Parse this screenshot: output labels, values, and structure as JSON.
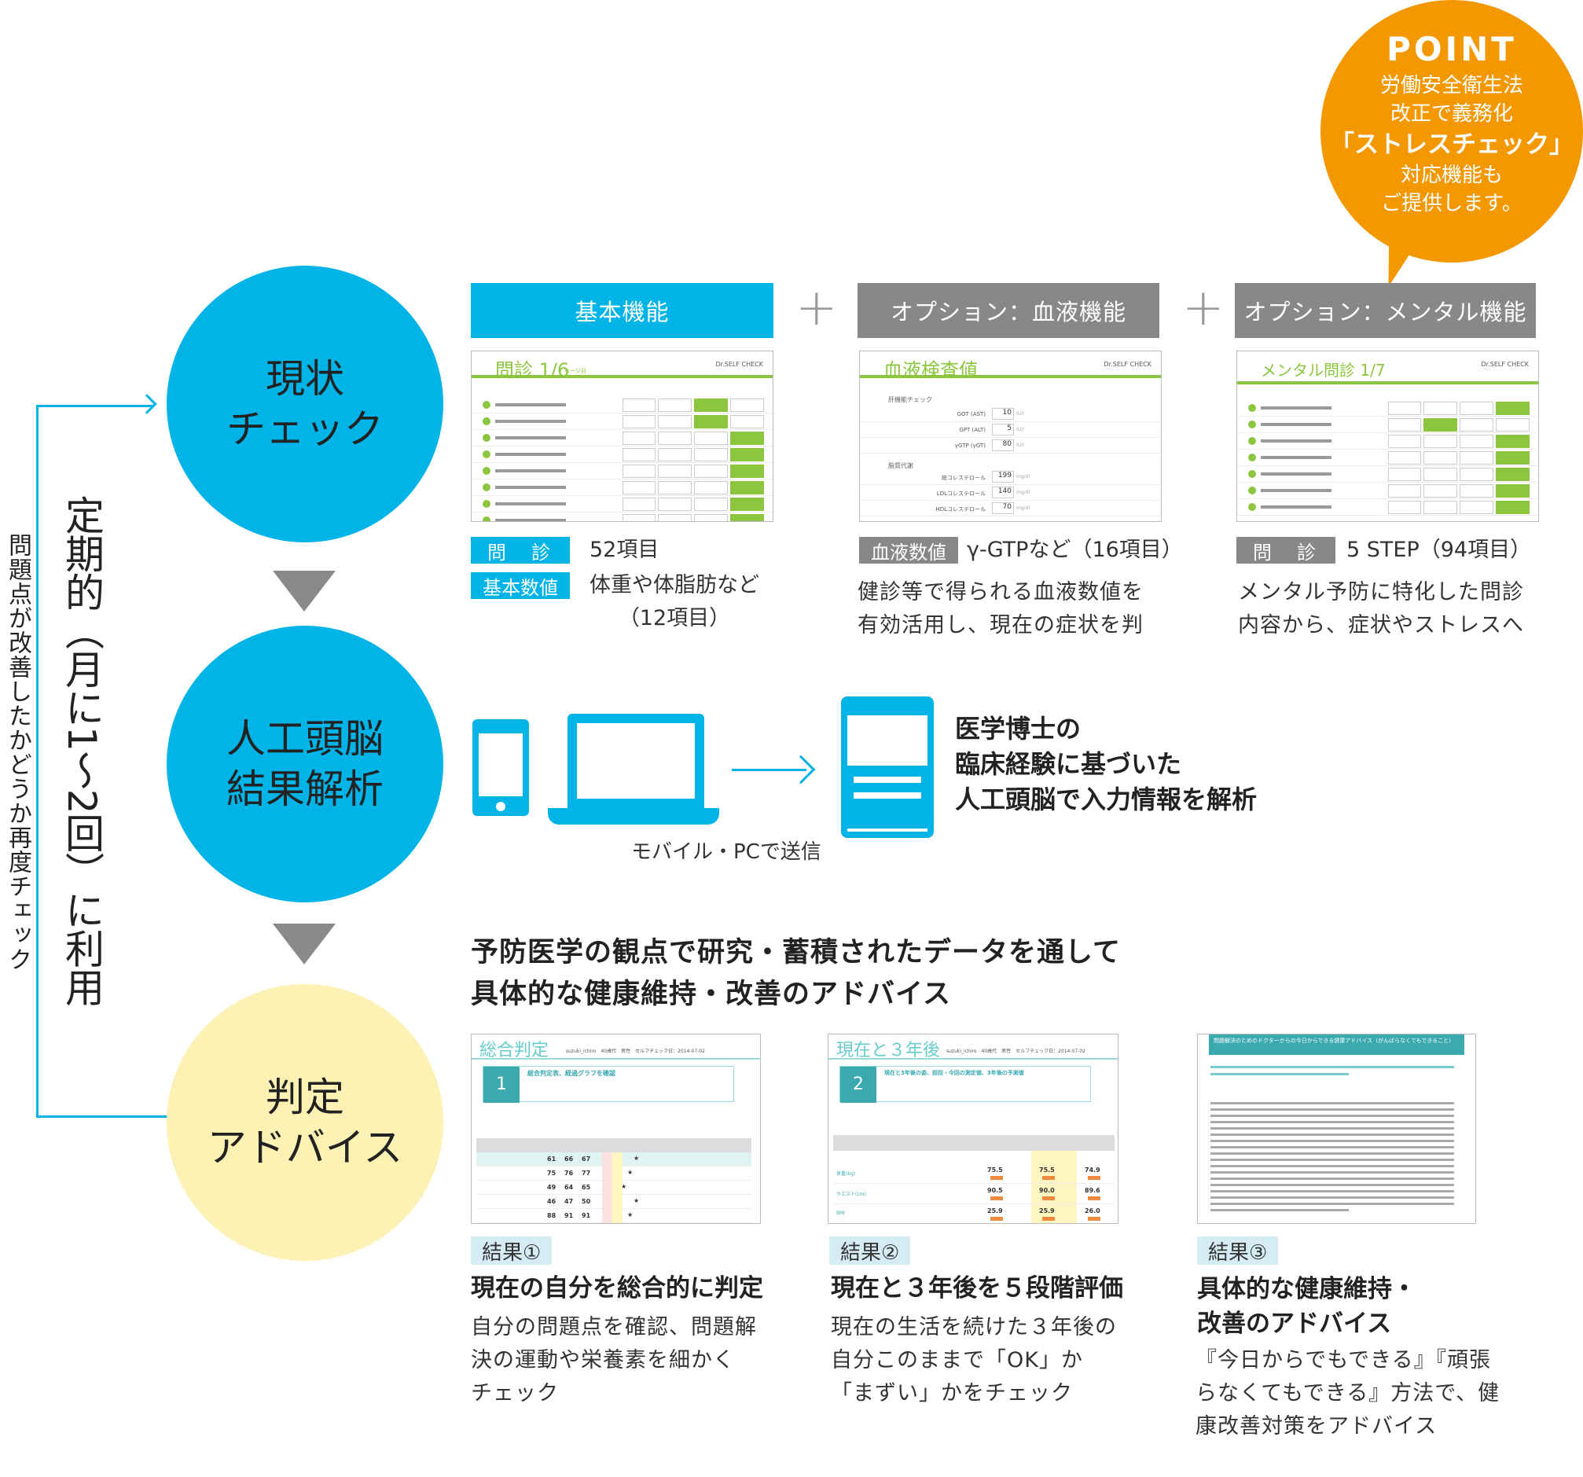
{
  "colors": {
    "brand_blue": "#00b4e8",
    "option_gray": "#888888",
    "point_orange": "#f39800",
    "advice_yellow": "#fdf1b3",
    "thumb_green": "#8cc63f",
    "thumb_teal": "#3aa9b0"
  },
  "flow": {
    "step1": "現状\nチェック",
    "step2": "人工頭脳\n結果解析",
    "step3": "判定\nアドバイス",
    "cycle_label": "定期的（月に1〜2回）に利用",
    "recheck_label": "問題点が改善したかどうか再度チェック"
  },
  "point": {
    "title": "POINT",
    "line1": "労働安全衛生法",
    "line2": "改正で義務化",
    "line3": "「ストレスチェック」",
    "line4": "対応機能も",
    "line5": "ご提供します。"
  },
  "features": [
    {
      "header": "基本機能",
      "thumb_title": "問診 1/6",
      "thumb_sub": "ページ目",
      "tag1": "問　診",
      "value1": "52項目",
      "tag2": "基本数値",
      "value2": "体重や体脂肪など\n（12項目）"
    },
    {
      "header": "オプション：血液機能",
      "thumb_title": "血液検査値",
      "tag1": "血液数値",
      "value1": "γ-GTPなど（16項目）",
      "desc": "健診等で得られる血液数値を\n有効活用し、現在の症状を判",
      "thumb_rows": [
        {
          "label": "GOT (AST)",
          "value": "10",
          "unit": "IU/l"
        },
        {
          "label": "GPT (ALT)",
          "value": "5",
          "unit": "IU/l"
        },
        {
          "label": "γGTP (γGT)",
          "value": "80",
          "unit": "IU/l"
        },
        {
          "label": "総コレステロール",
          "value": "199",
          "unit": "mg/dl"
        },
        {
          "label": "LDLコレステロール",
          "value": "140",
          "unit": "mg/dl"
        },
        {
          "label": "HDLコレステロール",
          "value": "70",
          "unit": "mg/dl"
        }
      ],
      "thumb_section1": "肝機能チェック",
      "thumb_section2": "脂質代謝"
    },
    {
      "header": "オプション：メンタル機能",
      "thumb_title": "メンタル問診 1/7",
      "tag1": "問　診",
      "value1": "5 STEP（94項目）",
      "desc": "メンタル予防に特化した問診\n内容から、症状やストレスへ"
    }
  ],
  "thumb_logo": "Dr.SELF CHECK",
  "analysis": {
    "send_label": "モバイル・PCで送信",
    "description": "医学博士の\n臨床経験に基づいた\n人工頭脳で入力情報を解析"
  },
  "advice_heading": "予防医学の観点で研究・蓄積されたデータを通して\n具体的な健康維持・改善のアドバイス",
  "results": [
    {
      "label": "結果①",
      "title": "現在の自分を総合的に判定",
      "body": "自分の問題点を確認、問題解\n決の運動や栄養素を細かく\nチェック",
      "thumb_title": "総合判定",
      "thumb_meta": "suzuki_ichiro　40歳代　男性　セルフチェック日：2014-07-02",
      "step": "1",
      "step_title": "総合判定表、経過グラフを確認",
      "scores": [
        [
          61,
          66,
          67
        ],
        [
          75,
          76,
          77
        ],
        [
          49,
          64,
          65
        ],
        [
          46,
          47,
          50
        ],
        [
          88,
          91,
          91
        ]
      ]
    },
    {
      "label": "結果②",
      "title": "現在と３年後を５段階評価",
      "body": "現在の生活を続けた３年後の\n自分このままで「OK」か\n「まずい」かをチェック",
      "thumb_title": "現在と３年後",
      "thumb_meta": "suzuki_ichiro　40歳代　男性　セルフチェック日：2014-07-02",
      "step": "2",
      "step_title": "現在と3年後の姿、前回・今回の測定値、3年後の予測値",
      "rows": [
        {
          "item": "体重(kg)",
          "prev": "75.5",
          "now": "75.5",
          "future": "74.9"
        },
        {
          "item": "ウエスト(cm)",
          "prev": "90.5",
          "now": "90.0",
          "future": "89.6"
        },
        {
          "item": "BMI",
          "prev": "25.9",
          "now": "25.9",
          "future": "26.0"
        }
      ]
    },
    {
      "label": "結果③",
      "title": "具体的な健康維持・\n改善のアドバイス",
      "body": "『今日からでもできる』『頑張\nらなくてもできる』方法で、健\n康改善対策をアドバイス",
      "thumb_header": "問題解決のためのドクターからの今日からできる健康アドバイス（がんばらなくてもできること）"
    }
  ]
}
